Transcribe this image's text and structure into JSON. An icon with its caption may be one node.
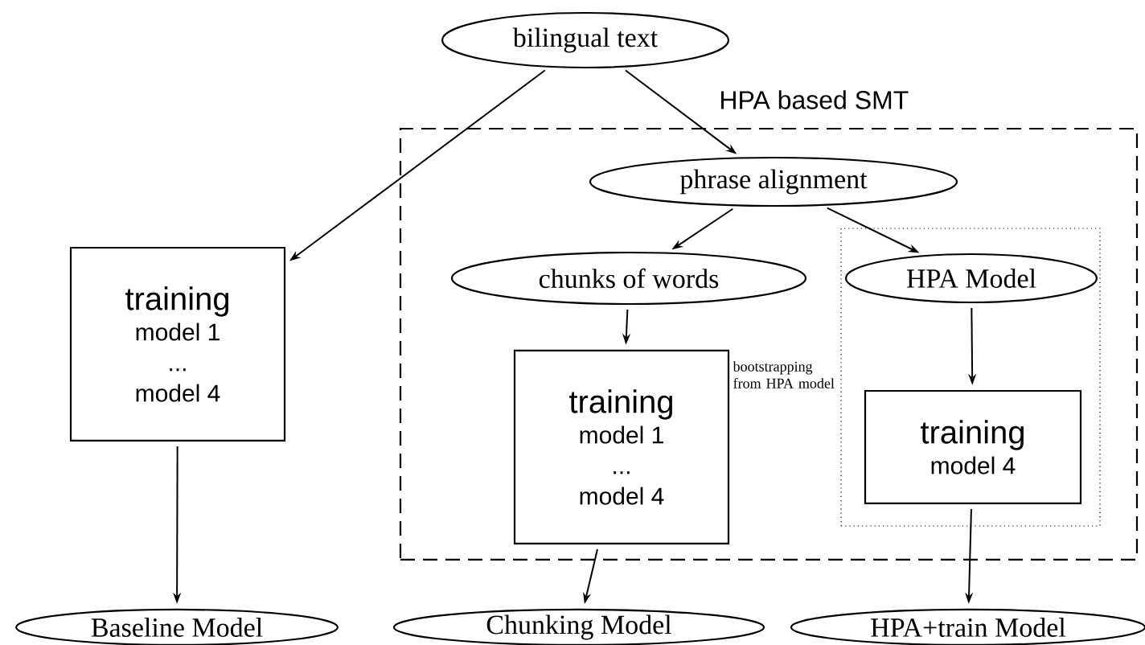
{
  "diagram": {
    "nodes": [
      {
        "text": [
          "bilingual text"
        ]
      },
      {
        "text": [
          "training",
          "model 1",
          "...",
          "model 4"
        ]
      },
      {
        "text": [
          "HPA based SMT"
        ]
      },
      {
        "text": [
          "phrase alignment"
        ],
        "in": 2
      },
      {
        "text": [
          "chunks of words"
        ],
        "in": 2
      },
      {
        "text": [],
        "shape": "box",
        "in": 2,
        "beside": [
          "bootstrapping from HPA model"
        ]
      },
      {
        "text": [
          "HPA Model"
        ],
        "in": 5
      },
      {
        "text": [
          "training",
          "model 1",
          "...",
          "model 4"
        ],
        "in": 2
      },
      {
        "text": [
          "training",
          "model 4"
        ],
        "in": 5
      },
      {
        "text": [
          "Baseline Model"
        ]
      },
      {
        "text": [
          "Chunking Model"
        ]
      },
      {
        "text": [
          "HPA+train Model"
        ]
      }
    ],
    "edges": [
      {
        "from": 0,
        "to": 1,
        "arrow": "to"
      },
      {
        "from": 0,
        "to": 3,
        "arrow": "to"
      },
      {
        "from": 3,
        "to": 4,
        "arrow": "to"
      },
      {
        "from": 3,
        "to": 6,
        "arrow": "to"
      },
      {
        "from": 4,
        "to": 7,
        "arrow": "to"
      },
      {
        "from": 6,
        "to": 8,
        "arrow": "to"
      },
      {
        "from": 1,
        "to": 9,
        "arrow": "to"
      },
      {
        "from": 7,
        "to": 10,
        "arrow": "to"
      },
      {
        "from": 8,
        "to": 11,
        "arrow": "to"
      }
    ]
  }
}
